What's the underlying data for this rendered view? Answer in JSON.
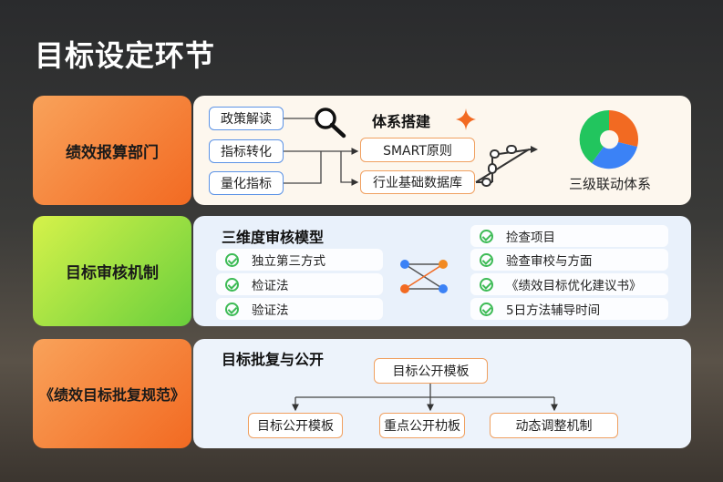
{
  "title": "目标设定环节",
  "sections": [
    {
      "label": "绩效报算部门",
      "inputs": [
        "政策解读",
        "指标转化",
        "量化指标"
      ],
      "heading": "体系搭建",
      "targets": [
        "SMART原则",
        "行业基础数据库"
      ],
      "result": "三级联动体系"
    },
    {
      "label": "目标审核机制",
      "heading": "三维度审核模型",
      "left_items": [
        "独立第三方式",
        "检证法",
        "验证法"
      ],
      "right_items": [
        "捡查项目",
        "验查审校与方面",
        "《绩效目标优化建议书》",
        "5日方法辅导时间"
      ]
    },
    {
      "label": "《绩效目标批复规范》",
      "heading": "目标批复与公开",
      "root": "目标公开模板",
      "children": [
        "目标公开模板",
        "重点公开朸板",
        "动态调整机制"
      ]
    }
  ],
  "colors": {
    "orange": "#f26a22",
    "green": "#22c55e",
    "blue": "#3b82f6"
  }
}
